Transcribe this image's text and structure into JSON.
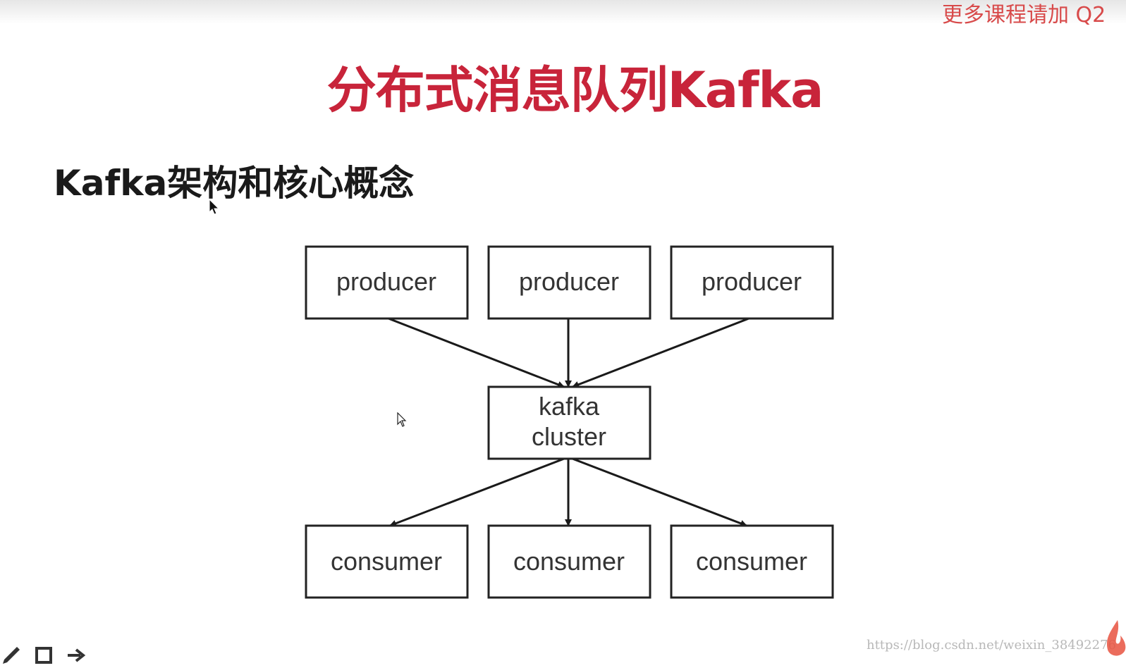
{
  "watermark": {
    "top_text": "更多课程请加  Q2",
    "footer_url": "https://blog.csdn.net/weixin_38492276"
  },
  "slide": {
    "title": "分布式消息队列Kafka",
    "section_title": "Kafka架构和核心概念"
  },
  "diagram": {
    "producers": [
      "producer",
      "producer",
      "producer"
    ],
    "cluster": {
      "line1": "kafka",
      "line2": "cluster"
    },
    "consumers": [
      "consumer",
      "consumer",
      "consumer"
    ]
  },
  "colors": {
    "title": "#c8243a",
    "watermark": "#d84a4a",
    "text": "#1a1a1a"
  },
  "icons": {
    "toolbar": [
      "pen-icon",
      "square-icon",
      "arrow-icon"
    ],
    "pointers": [
      "mouse-cursor-icon",
      "pointer-cursor-icon"
    ]
  }
}
